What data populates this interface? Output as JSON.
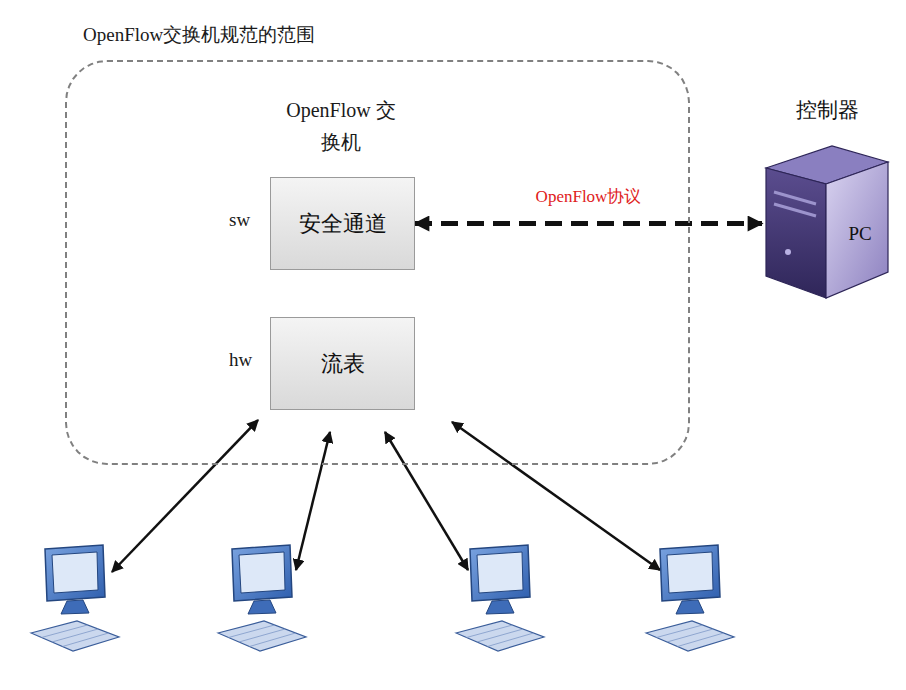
{
  "diagram": {
    "nodes": [
      {
        "text": [
          "OpenFlow交换机规范的范围"
        ]
      },
      {
        "text": [
          "OpenFlow 交换机"
        ],
        "in": 0
      },
      {
        "text": [
          "安全通道"
        ],
        "in": 1
      },
      {
        "text": [
          "流表"
        ],
        "in": 1
      },
      {
        "text": [
          "控制器",
          "PC"
        ]
      }
    ],
    "edges": [
      {
        "from": 2,
        "to": 4,
        "arrow": "both",
        "label": "OpenFlow协议"
      }
    ],
    "labels": [
      "sw",
      "hw"
    ]
  }
}
